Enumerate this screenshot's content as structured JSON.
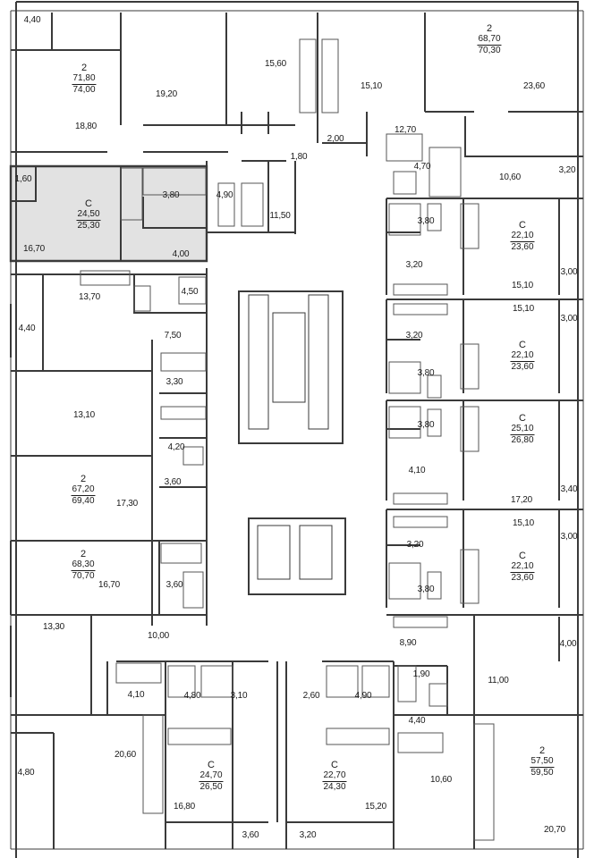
{
  "plan": {
    "colors": {
      "wall": "#3a3a3a",
      "fixture": "#555555",
      "highlight": "#e2e2e2"
    },
    "apartments": [
      {
        "type": "2",
        "living": "71,80",
        "total": "74,00"
      },
      {
        "type": "2",
        "living": "68,70",
        "total": "70,30"
      },
      {
        "type": "С",
        "living": "24,50",
        "total": "25,30",
        "highlighted": true
      },
      {
        "type": "С",
        "living": "22,10",
        "total": "23,60"
      },
      {
        "type": "С",
        "living": "22,10",
        "total": "23,60"
      },
      {
        "type": "С",
        "living": "25,10",
        "total": "26,80"
      },
      {
        "type": "2",
        "living": "67,20",
        "total": "69,40"
      },
      {
        "type": "С",
        "living": "22,10",
        "total": "23,60"
      },
      {
        "type": "2",
        "living": "68,30",
        "total": "70,70"
      },
      {
        "type": "С",
        "living": "24,70",
        "total": "26,50"
      },
      {
        "type": "С",
        "living": "22,70",
        "total": "24,30"
      },
      {
        "type": "2",
        "living": "57,50",
        "total": "59,50"
      }
    ],
    "areas": [
      "4,40",
      "15,60",
      "19,20",
      "18,80",
      "15,10",
      "12,70",
      "23,60",
      "1,80",
      "2,00",
      "4,70",
      "10,60",
      "3,20",
      "1,60",
      "3,80",
      "4,90",
      "11,50",
      "16,70",
      "4,00",
      "3,80",
      "3,20",
      "15,10",
      "3,00",
      "13,70",
      "4,50",
      "15,10",
      "3,00",
      "7,50",
      "4,40",
      "3,20",
      "3,80",
      "3,30",
      "13,10",
      "3,80",
      "4,20",
      "4,10",
      "3,60",
      "17,30",
      "17,20",
      "3,40",
      "15,10",
      "3,20",
      "3,00",
      "16,70",
      "3,60",
      "3,80",
      "13,30",
      "10,00",
      "8,90",
      "4,00",
      "4,10",
      "4,80",
      "3,10",
      "2,60",
      "4,90",
      "1,90",
      "11,00",
      "20,60",
      "4,40",
      "4,80",
      "10,60",
      "16,80",
      "15,20",
      "3,60",
      "3,20",
      "20,70"
    ]
  }
}
